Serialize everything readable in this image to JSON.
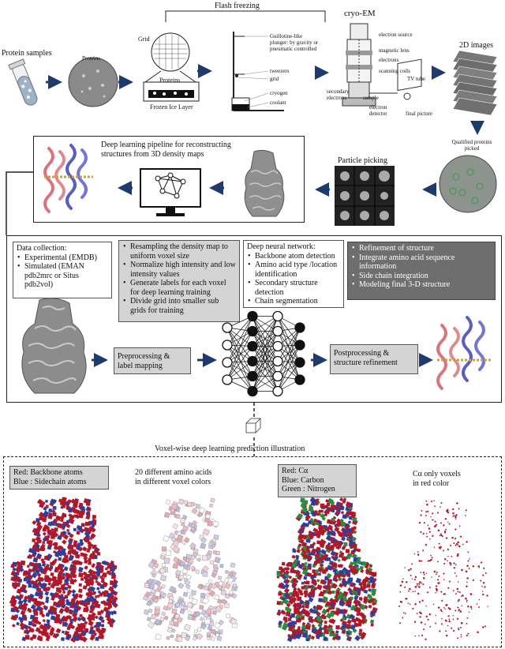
{
  "top": {
    "flash_freezing_title": "Flash freezing",
    "cryo_em_title": "cryo-EM",
    "protein_samples": "Protein samples",
    "proteins_small": "Proteins",
    "grid_label": "Grid",
    "proteins_label": "Proteins",
    "frozen_ice_layer": "Frozen Ice Layer",
    "plunger_label": "Guillotine-like plunger: by gravity or pneumatic controlled",
    "tweezers": "tweezers",
    "grid": "grid",
    "cryogen": "cryogen",
    "coolant": "coolant",
    "em_labels": {
      "electron_source": "electron source",
      "magnetic_lens": "magnetic lens",
      "electrons": "electrons",
      "scanning_coils": "scanning coils",
      "tv_tube": "TV tube",
      "secondary_electrons": "secondary electrons",
      "sample": "sample",
      "electron_detector": "electron detector",
      "final_picture": "final picture"
    },
    "images_2d": "2D images",
    "qualified_proteins": "Qualified proteins picked",
    "particle_picking": "Particle picking"
  },
  "pipeline": {
    "title": "Deep learning pipeline for reconstructing structures from 3D density maps",
    "data_collection": {
      "title": "Data collection:",
      "items": [
        "Experimental (EMDB)",
        "Simulated (EMAN pdb2mrc or Situs pdb2vol)"
      ]
    },
    "preprocessing_steps": [
      "Resampling the density map to uniform voxel size",
      "Normalize high intensity and low intensity values",
      "Generate labels for each voxel for deep learning training",
      "Divide grid into smaller sub grids for training"
    ],
    "dnn": {
      "title": "Deep neural network:",
      "items": [
        "Backbone atom detection",
        "Amino acid type /location identification",
        "Secondary structure detection",
        "Chain segmentation"
      ]
    },
    "refinement_steps": [
      "Refinement of structure",
      "Integrate amino acid sequence information",
      "Side chain integration",
      "Modeling final 3-D structure"
    ],
    "preprocessing_label": "Preprocessing & label mapping",
    "postprocessing_label": "Postprocessing & structure refinement"
  },
  "voxel": {
    "title": "Voxel-wise deep learning prediction illustration",
    "panels": [
      {
        "lines": [
          "Red: Backbone atoms",
          "Blue : Sidechain atoms"
        ]
      },
      {
        "lines": [
          "20 different amino acids",
          "in different voxel colors"
        ]
      },
      {
        "lines": [
          "Red: Cα",
          "Blue: Carbon",
          "Green : Nitrogen"
        ]
      },
      {
        "lines": [
          "Cα only voxels",
          "in red color"
        ]
      }
    ]
  },
  "colors": {
    "arrow": "#1f3b6e",
    "gray_box": "#d4d4d4",
    "dark_box": "#6e6e6e",
    "red_voxel": "#b0182a",
    "blue_voxel": "#2c3e9e",
    "green_voxel": "#2e8b3e"
  }
}
